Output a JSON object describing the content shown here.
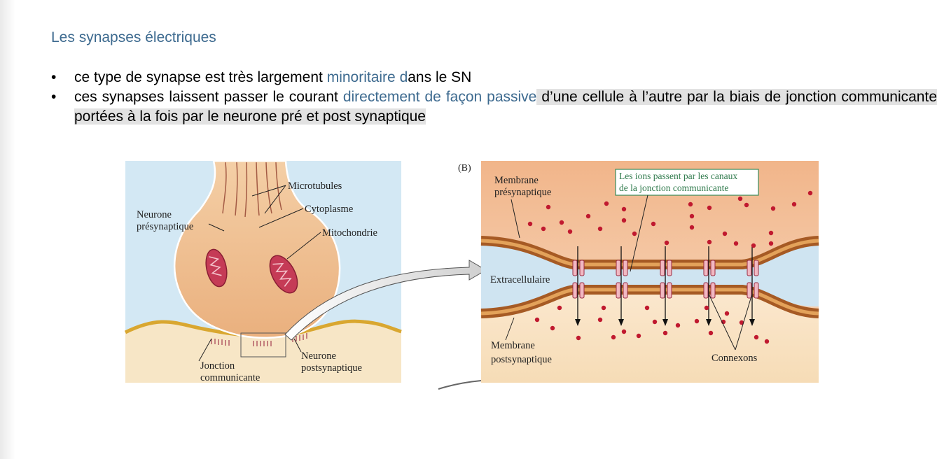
{
  "title": "Les synapses électriques",
  "bullets": {
    "b1": {
      "t1": "ce type de synapse est très largement ",
      "t2": "minoritaire d",
      "t3": "ans le SN"
    },
    "b2": {
      "t1": "ces synapses laissent passer le courant ",
      "t2": "directement de façon passive",
      "t3": " d’une cellule à l’autre par la biais de jonction communicante portées à la fois par le neurone pré et post synaptique"
    }
  },
  "figure_a": {
    "neurone_presynaptique": [
      "Neurone",
      "présynaptique"
    ],
    "microtubules": "Microtubules",
    "cytoplasme": "Cytoplasme",
    "mitochondrie": "Mitochondrie",
    "jonction_communicante": [
      "Jonction",
      "communicante"
    ],
    "neurone_postsynaptique": [
      "Neurone",
      "postsynaptique"
    ]
  },
  "figure_b": {
    "panel_label": "(B)",
    "membrane_presynaptique": [
      "Membrane",
      "présynaptique"
    ],
    "ions_note": [
      "Les ions passent par les canaux",
      "de la jonction communicante"
    ],
    "extracellulaire": "Extracellulaire",
    "membrane_postsynaptique": [
      "Membrane",
      "postsynaptique"
    ],
    "connexons": "Connexons"
  },
  "colors": {
    "title": "#3d6a8f",
    "cell_fill": "#eeb98a",
    "membrane": "#b0642a",
    "extracellular": "#cfe4f1",
    "ions": "#c0192f",
    "note_border": "#3a8a5a"
  }
}
